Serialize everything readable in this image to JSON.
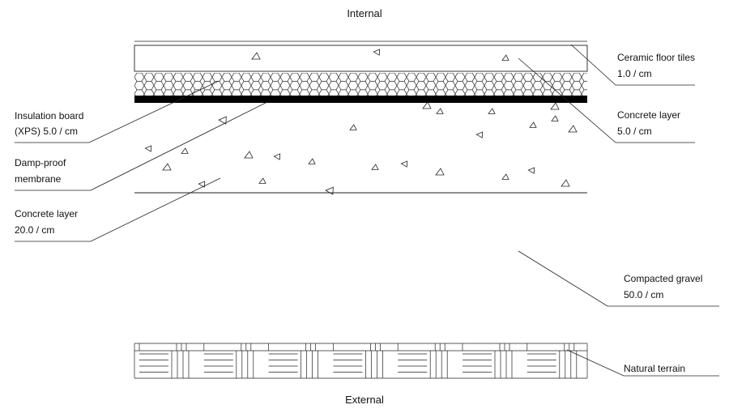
{
  "titles": {
    "top": "Internal",
    "bottom": "External"
  },
  "layers": {
    "tiles": {
      "name": "Ceramic floor tiles",
      "thickness": "1.0 / cm"
    },
    "concrete5": {
      "name": "Concrete layer",
      "thickness": "5.0 / cm"
    },
    "xps": {
      "name": "Insulation board",
      "name2": "(XPS) 5.0 / cm"
    },
    "dpm": {
      "name": "Damp-proof",
      "name2": "membrane"
    },
    "concrete20": {
      "name": "Concrete layer",
      "thickness": "20.0 / cm"
    },
    "gravel": {
      "name": "Compacted gravel",
      "thickness": "50.0 / cm"
    },
    "terrain": {
      "name": "Natural terrain"
    }
  },
  "colors": {
    "ink": "#111111",
    "membrane": "#000000"
  }
}
